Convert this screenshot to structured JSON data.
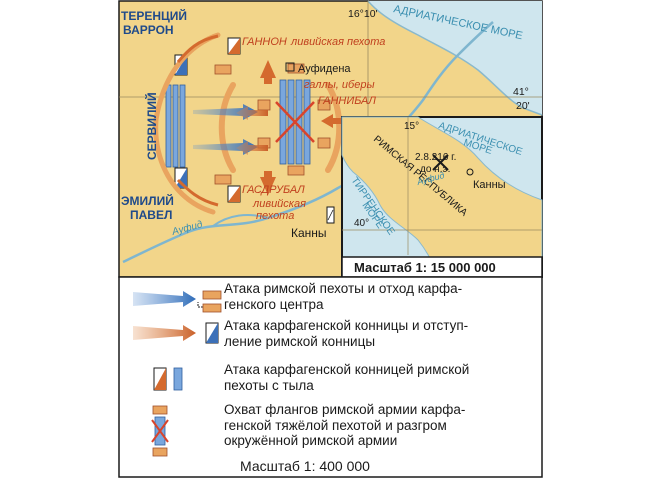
{
  "map": {
    "labels": {
      "terentius": "ТЕРЕНЦИЙ",
      "varron": "ВАРРОН",
      "servilius": "СЕРВИЛИЙ",
      "aemilius": "ЭМИЛИЙ",
      "paulus": "ПАВЕЛ",
      "hanno": "ГАННОН",
      "libyan_infantry_1": "ливийская пехота",
      "aufidena": "Ауфидена",
      "gauls": "галлы, иберы",
      "hannibal": "ГАННИБАЛ",
      "hasdrubal": "ГАСДРУБАЛ",
      "libyan_infantry_2a": "ливийская",
      "libyan_infantry_2b": "пехота",
      "cannae": "Канны",
      "aufid_river": "Ауфид",
      "adriatic_sea": "АДРИАТИЧЕСКОЕ МОРЕ",
      "lon": "16°10'",
      "lat_deg": "41°",
      "lat_min": "20'"
    },
    "inset": {
      "lon": "15°",
      "lat": "40°",
      "adriatic_1": "АДРИАТИЧЕСКОЕ",
      "adriatic_2": "МОРЕ",
      "tyrrhenian_1": "ТИРРЕНСКОЕ",
      "tyrrhenian_2": "МОРЕ",
      "republic": "РИМСКАЯ РЕСПУБЛИКА",
      "date_1": "2.8.216 г.",
      "date_2": "до н.э.",
      "aufid": "Ауфид",
      "cannae": "Канны",
      "scale": "Масштаб 1: 15 000 000"
    }
  },
  "legend": {
    "items": [
      {
        "line1": "Атака римской пехоты и отход карфа-",
        "line2": "генского центра",
        "line3": ""
      },
      {
        "line1": "Атака карфагенской конницы и отступ-",
        "line2": "ление римской конницы",
        "line3": ""
      },
      {
        "line1": "Атака карфагенской конницей римской",
        "line2": "пехоты с тыла",
        "line3": ""
      },
      {
        "line1": "Охват флангов римской армии карфа-",
        "line2": "генской тяжёлой пехотой и разгром",
        "line3": "окружённой римской армии"
      }
    ],
    "scale": "Масштаб 1: 400 000"
  },
  "colors": {
    "land": "#f2d58a",
    "sea": "#cfe6ee",
    "roman": "#5b8fd0",
    "carthage": "#e08a4a",
    "carthage_text": "#c0401e",
    "frame": "#1a1a1a"
  }
}
